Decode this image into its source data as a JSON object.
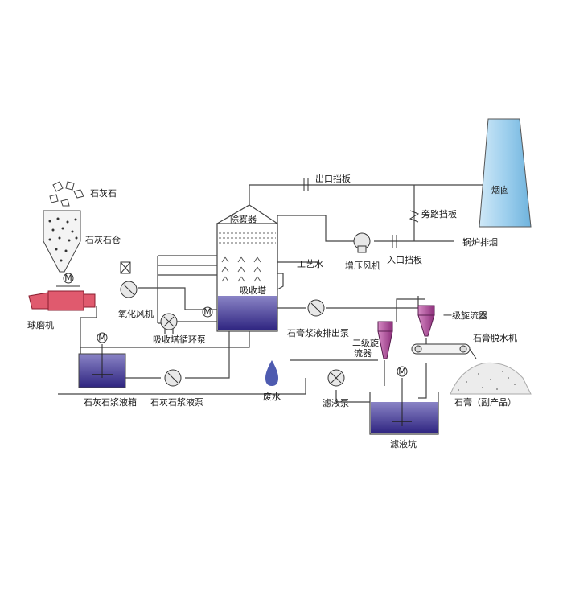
{
  "labels": {
    "limestone": "石灰石",
    "limestone_silo": "石灰石仓",
    "ball_mill": "球磨机",
    "oxidation_fan": "氧化风机",
    "absorber_recirc_pump": "吸收塔循环泵",
    "demister": "除雾器",
    "absorber": "吸收塔",
    "process_water": "工艺水",
    "outlet_damper": "出口挡板",
    "chimney": "烟囱",
    "bypass_damper": "旁路挡板",
    "booster_fan": "增压风机",
    "inlet_damper": "入口挡板",
    "boiler_flue_gas": "锅炉排烟",
    "gypsum_slurry_pump": "石膏浆液排出泵",
    "primary_cyclone": "一级旋流器",
    "gypsum_dewatering": "石膏脱水机",
    "secondary_cyclone_1": "二级旋",
    "secondary_cyclone_2": "流器",
    "gypsum_byproduct": "石膏（副产品）",
    "filtrate_pit": "滤液坑",
    "filtrate_pump": "滤液泵",
    "waste_water": "废水",
    "limestone_slurry_tank": "石灰石浆液箱",
    "limestone_slurry_pump": "石灰石浆液泵",
    "motor": "M"
  },
  "colors": {
    "tank_liquid": "#3c3296",
    "tank_light": "#8a84c6",
    "mill": "#e05a6e",
    "cyclone": "#b34a9b",
    "chimney": "#9fd0ee",
    "waste_drop": "#4e5bb0"
  }
}
